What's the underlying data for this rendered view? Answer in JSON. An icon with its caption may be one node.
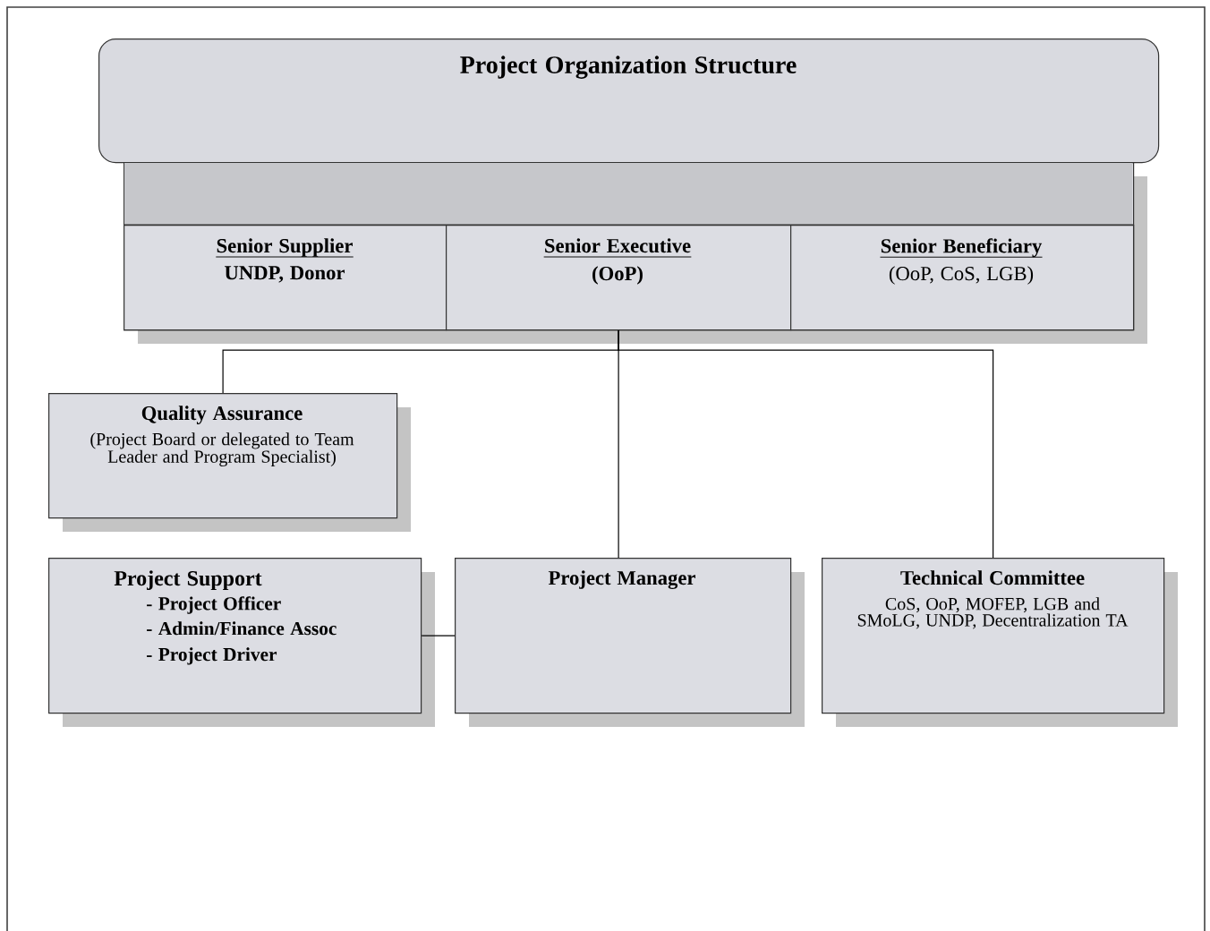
{
  "diagram": {
    "nodes": [
      {
        "text": [
          "Project Organization Structure"
        ]
      },
      {
        "text": [],
        "shape": "box"
      },
      {
        "text": [
          "Senior Supplier",
          "UNDP, Donor"
        ],
        "in": 1
      },
      {
        "text": [
          "Senior Executive",
          "(OoP)"
        ],
        "in": 1
      },
      {
        "text": [
          "Senior Beneficiary",
          "(OoP, CoS, LGB)"
        ],
        "in": 1
      },
      {
        "text": [
          "Quality Assurance",
          "(Project Board or delegated to Team Leader and Program Specialist)"
        ]
      },
      {
        "text": [
          "Project Support",
          "- Project Officer",
          "- Admin/Finance Assoc",
          "- Project Driver"
        ]
      },
      {
        "text": [
          "Project Manager"
        ]
      },
      {
        "text": [
          "Technical Committee",
          "CoS, OoP, MOFEP, LGB and SMoLG, UNDP, Decentralization TA"
        ]
      }
    ],
    "edges": [
      {
        "from": 3,
        "to": 5,
        "arrow": "none"
      },
      {
        "from": 3,
        "to": 7,
        "arrow": "none"
      },
      {
        "from": 3,
        "to": 8,
        "arrow": "none"
      },
      {
        "from": 6,
        "to": 7,
        "arrow": "none"
      }
    ]
  }
}
